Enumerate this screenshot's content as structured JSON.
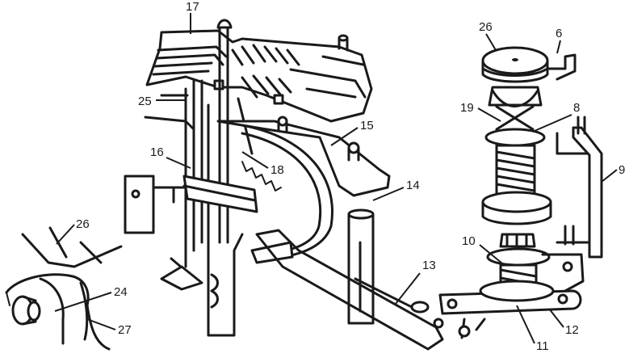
{
  "labels": {
    "l17": "17",
    "l25": "25",
    "l16": "16",
    "l18": "18",
    "l15": "15",
    "l14": "14",
    "l26a": "26",
    "l6": "6",
    "l19": "19",
    "l8": "8",
    "l9": "9",
    "l10": "10",
    "l13": "13",
    "l12": "12",
    "l11": "11",
    "l26b": "26",
    "l24": "24",
    "l27": "27"
  }
}
